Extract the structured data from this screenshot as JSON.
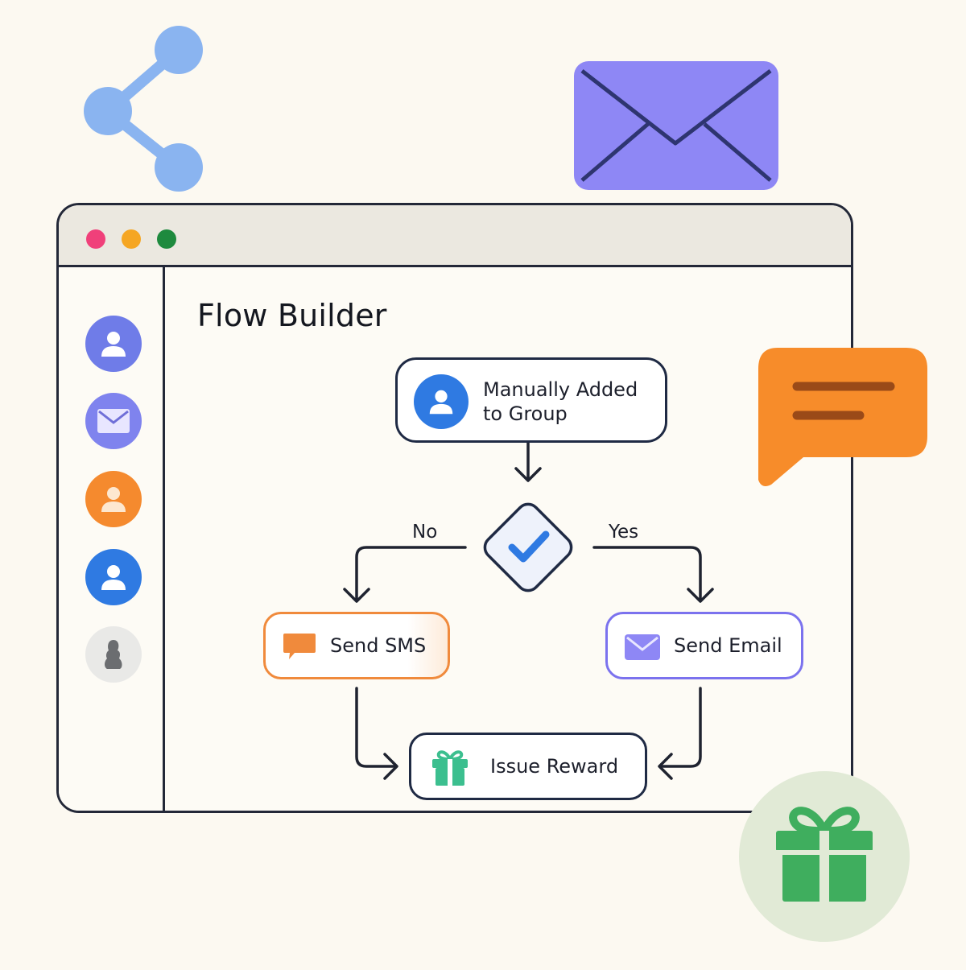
{
  "page": {
    "title": "Flow Builder"
  },
  "flow": {
    "trigger": {
      "label": "Manually Added to Group",
      "line1": "Manually Added",
      "line2": "to Group",
      "icon": "user-icon"
    },
    "decision": {
      "icon": "check-icon"
    },
    "branches": {
      "no": "No",
      "yes": "Yes"
    },
    "sms": {
      "label": "Send SMS",
      "icon": "chat-bubble-icon"
    },
    "email": {
      "label": "Send Email",
      "icon": "envelope-icon"
    },
    "reward": {
      "label": "Issue Reward",
      "icon": "gift-icon"
    }
  },
  "sidebar": {
    "items": [
      {
        "icon": "user-icon",
        "color": "#6f7ce8"
      },
      {
        "icon": "envelope-icon",
        "color": "#7f83ee"
      },
      {
        "icon": "user-icon",
        "color": "#f58a2e"
      },
      {
        "icon": "user-icon",
        "color": "#2f7ae2"
      },
      {
        "icon": "user-silhouette-icon",
        "color": "#e9e9e7"
      }
    ]
  },
  "colors": {
    "dot_red": "#f0407a",
    "dot_yellow": "#f5a623",
    "dot_green": "#1e8a3e",
    "share": "#8ab4f0",
    "envelope": "#8e87f5",
    "chat": "#f78c2a",
    "gift": "#3fae5e",
    "gift_bg": "#e1ead6"
  }
}
